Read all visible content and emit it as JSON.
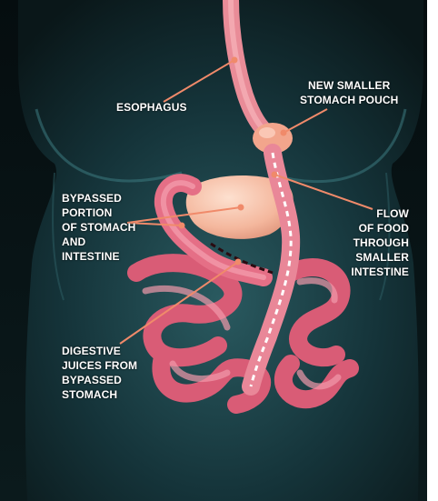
{
  "labels": {
    "esophagus": "ESOPHAGUS",
    "new_pouch": [
      "NEW SMALLER",
      "STOMACH POUCH"
    ],
    "bypassed": [
      "BYPASSED",
      "PORTION",
      "OF STOMACH",
      "AND",
      "INTESTINE"
    ],
    "flow": [
      "FLOW",
      "OF FOOD",
      "THROUGH",
      "SMALLER",
      "INTESTINE"
    ],
    "juices": [
      "DIGESTIVE",
      "JUICES FROM",
      "BYPASSED",
      "STOMACH"
    ]
  },
  "colors": {
    "background": "#0b1a1c",
    "body_glow": "#1f4f55",
    "organ_pink": "#e56f86",
    "organ_light": "#f19aab",
    "stomach": "#f2ad95",
    "label_text": "#ffffff",
    "leader_line": "#f08a6a"
  }
}
